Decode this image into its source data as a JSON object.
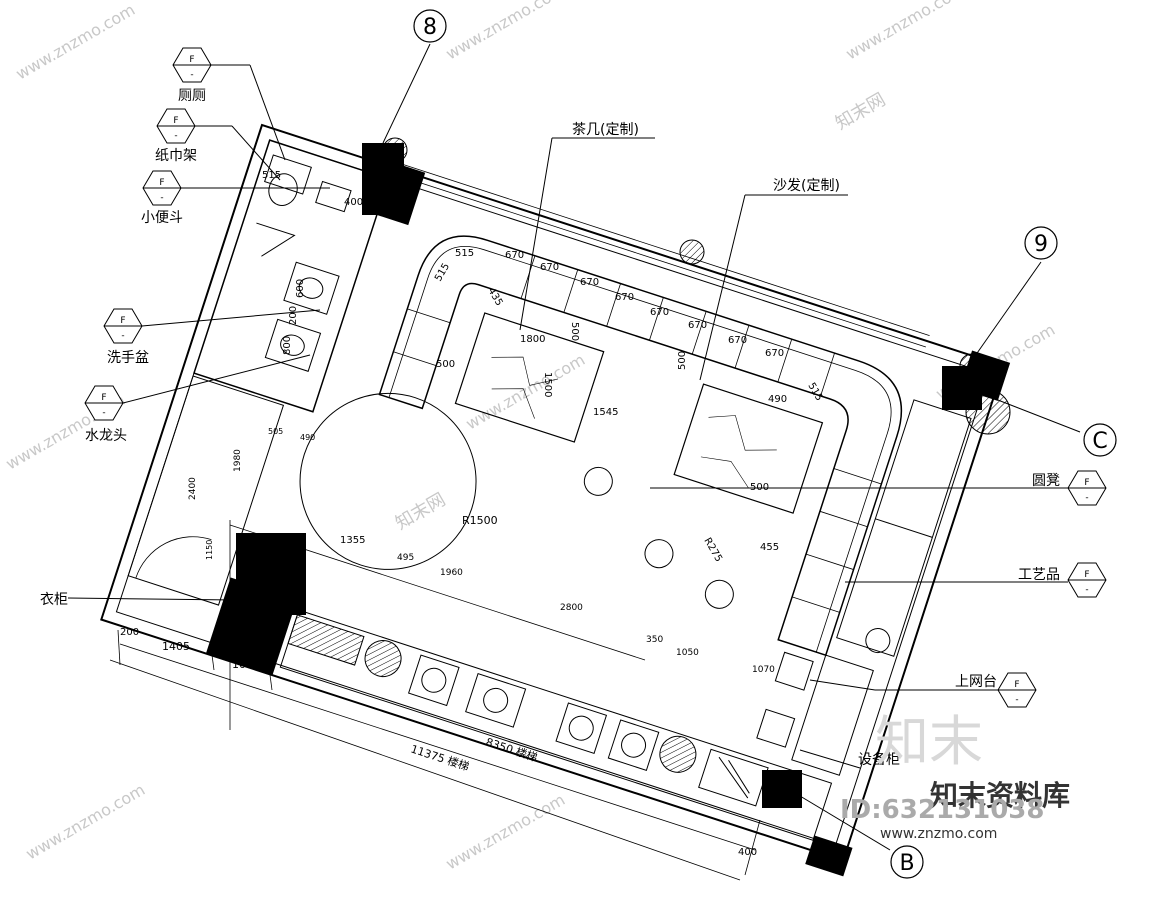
{
  "grid_markers": {
    "g8": "8",
    "g9": "9",
    "gC": "C",
    "gB": "B"
  },
  "tag": {
    "top": "F",
    "bottom": "-"
  },
  "callouts": {
    "toilet": "厕厕",
    "towel_rack": "纸巾架",
    "urinal": "小便斗",
    "basin": "洗手盆",
    "faucet": "水龙头",
    "wardrobe": "衣柜",
    "tea_table": "茶几(定制)",
    "sofa": "沙发(定制)",
    "stool": "圆凳",
    "artwork": "工艺品",
    "internet_desk": "上网台",
    "equipment": "设备柜"
  },
  "dimensions": {
    "d515a": "515",
    "d400": "400",
    "d600": "600",
    "d200": "200",
    "d800": "800",
    "d670": "670",
    "d515b": "515",
    "d515c": "515",
    "d435": "435",
    "d1800": "1800",
    "d500a": "500",
    "d1500": "1500",
    "d500b": "500",
    "d1545": "1545",
    "d500c": "500",
    "d490": "490",
    "d515d": "515",
    "d500e": "500",
    "d455": "455",
    "dR275": "R275",
    "dR1500": "R1500",
    "d1355": "1355",
    "d495": "495",
    "d1960": "1960",
    "d2800": "2800",
    "d1050": "1050",
    "d350": "350",
    "d1070": "1070",
    "d200b": "200",
    "d1405": "1405",
    "d1000": "1000",
    "d11375": "11375 楼梯",
    "d8350": "8350 楼梯",
    "d400b": "400",
    "d1980": "1980",
    "d2400": "2400",
    "d505": "505",
    "d490b": "490",
    "d1150": "1150"
  },
  "watermark": {
    "brand": "知末",
    "brand_sub": "知末资料库",
    "id": "ID:632131038",
    "url": "www.znzmo.com",
    "small": "知末网"
  }
}
